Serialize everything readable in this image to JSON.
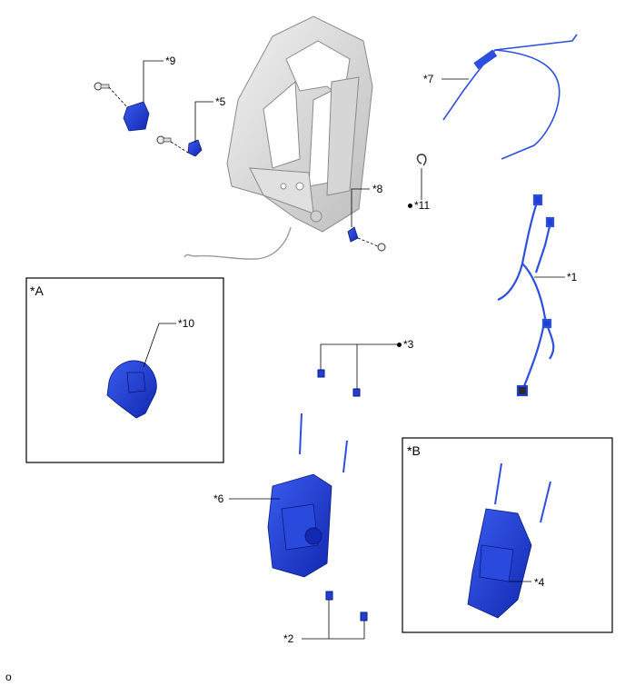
{
  "labels": {
    "l1": "*1",
    "l2": "*2",
    "l3": "*3",
    "l4": "*4",
    "l5": "*5",
    "l6": "*6",
    "l7": "*7",
    "l8": "*8",
    "l9": "*9",
    "l10": "*10",
    "l11": "*11"
  },
  "boxes": {
    "a": "*A",
    "b": "*B"
  },
  "footer": "o",
  "colors": {
    "part_blue": "#1f3fd6",
    "frame_gray": "#c8c8c8",
    "line": "#000000"
  }
}
